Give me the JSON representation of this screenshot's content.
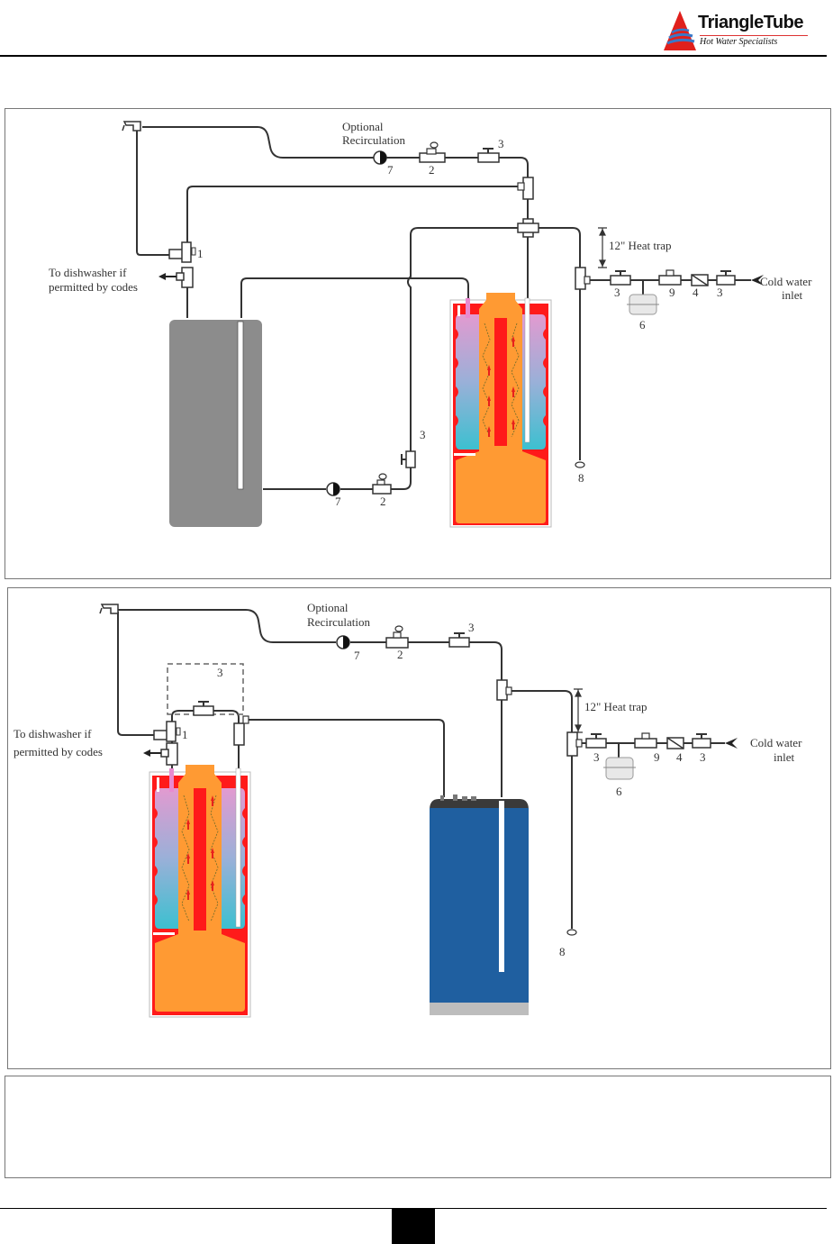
{
  "header": {
    "logo_title": "TriangleTube",
    "logo_subtitle": "Hot Water Specialists",
    "brand_colors": {
      "red": "#e0201c",
      "blue": "#3a78c8"
    }
  },
  "diagram_top": {
    "labels": {
      "recirc_line1": "Optional",
      "recirc_line2": "Recirculation",
      "dishwasher_line1": "To dishwasher if",
      "dishwasher_line2": "permitted by codes",
      "heat_trap": "12\" Heat trap",
      "cold_line1": "Cold water",
      "cold_line2": "inlet"
    },
    "component_numbers": {
      "mixing_valve": "1",
      "recirc_pump": "7",
      "recirc_check": "2",
      "recirc_shutoff": "3",
      "cold_shutoff_a": "3",
      "expansion_tank": "6",
      "prv": "9",
      "backflow": "4",
      "cold_shutoff_b": "3",
      "drain": "8",
      "loop_shutoff": "3",
      "loop_pump": "7",
      "loop_check": "2"
    }
  },
  "diagram_bottom": {
    "labels": {
      "recirc_line1": "Optional",
      "recirc_line2": "Recirculation",
      "dishwasher_line1": "To dishwasher if",
      "dishwasher_line2": "permitted by codes",
      "heat_trap": "12\" Heat trap",
      "cold_line1": "Cold water",
      "cold_line2": "inlet"
    },
    "component_numbers": {
      "mixing_valve": "1",
      "bypass_valve": "3",
      "recirc_pump": "7",
      "recirc_check": "2",
      "recirc_shutoff": "3",
      "cold_shutoff_a": "3",
      "expansion_tank": "6",
      "prv": "9",
      "backflow": "4",
      "cold_shutoff_b": "3",
      "drain": "8"
    }
  },
  "colors": {
    "heater_red": "#ff1a1a",
    "heat_exchanger_orange": "#ff9a33",
    "water_pink": "#e29ad0",
    "water_cyan": "#3cc0d0",
    "storage_grey": "#8c8c8c",
    "storage_blue": "#1f5fa0",
    "storage_cap": "#3a3a3a"
  },
  "notes_box": {
    "text": ""
  },
  "footer": {
    "page_number": ""
  }
}
